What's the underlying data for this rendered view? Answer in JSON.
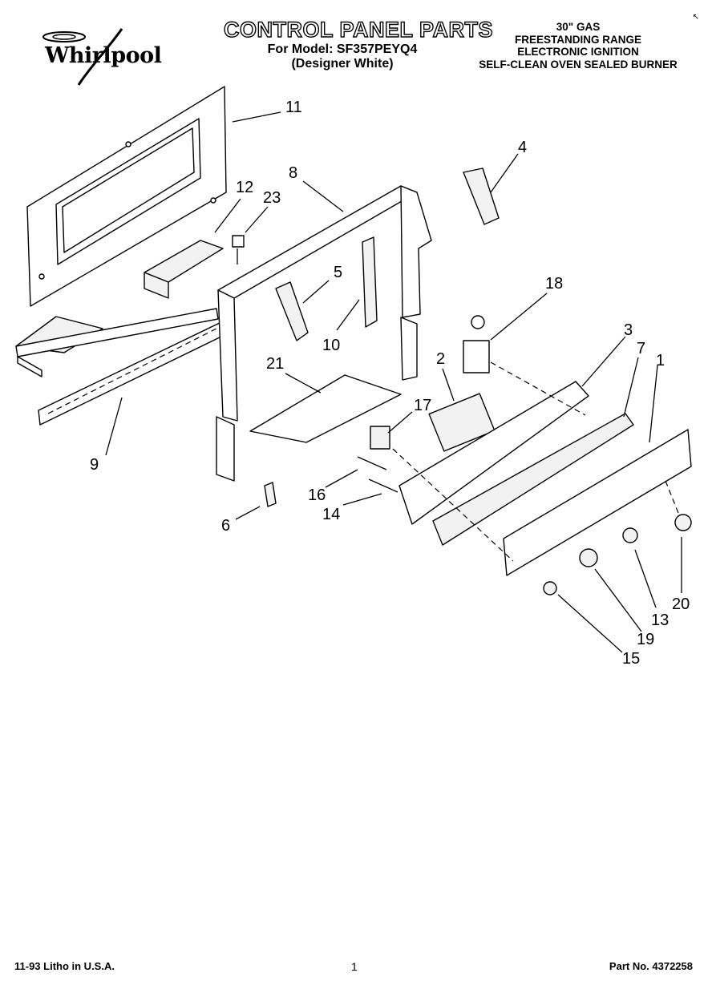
{
  "header": {
    "brand": "Whirlpool",
    "title": "CONTROL PANEL PARTS",
    "model_line": "For Model: SF357PEYQ4",
    "color_line": "(Designer White)",
    "specs": [
      "30\" GAS",
      "FREESTANDING RANGE",
      "ELECTRONIC IGNITION",
      "SELF-CLEAN OVEN SEALED BURNER"
    ]
  },
  "diagram": {
    "callouts": [
      "11",
      "12",
      "23",
      "8",
      "4",
      "5",
      "10",
      "18",
      "3",
      "7",
      "1",
      "2",
      "21",
      "17",
      "9",
      "16",
      "14",
      "6",
      "20",
      "13",
      "19",
      "15"
    ]
  },
  "footer": {
    "left": "11-93 Litho in U.S.A.",
    "center": "1",
    "right": "Part No. 4372258"
  }
}
